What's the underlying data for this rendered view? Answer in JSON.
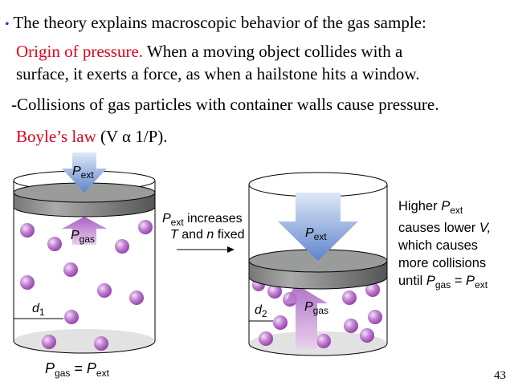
{
  "slide": {
    "bullet": "•",
    "line1": "The theory explains macroscopic behavior of the gas sample:",
    "origin_label": "Origin of pressure.",
    "line2_rest": " When a moving object collides with a",
    "line3": "surface, it exerts a force, as when a hailstone hits a window.",
    "line4": "-Collisions of gas particles with container walls cause pressure.",
    "boyle_label": "Boyle’s law",
    "boyle_rest": " (V α 1/P).",
    "page_number": "43"
  },
  "diagram": {
    "P": "P",
    "ext": "ext",
    "gas": "gas",
    "equals": " = ",
    "increases": " increases",
    "T": "T",
    "and": " and ",
    "n": "n",
    "fixed": " fixed",
    "d": "d",
    "d1_sub": "1",
    "d2_sub": "2",
    "higher": "Higher ",
    "causes_lower": "causes lower ",
    "V": "V,",
    "which_causes": "which causes",
    "more_collisions": "more collisions",
    "until": "until "
  },
  "colors": {
    "accent_red": "#e0001b",
    "bullet_blue": "#1a3fd0",
    "particle": "#b060c0",
    "pext_arrow": "#6d8fd0",
    "pgas_arrow": "#b070c0"
  }
}
